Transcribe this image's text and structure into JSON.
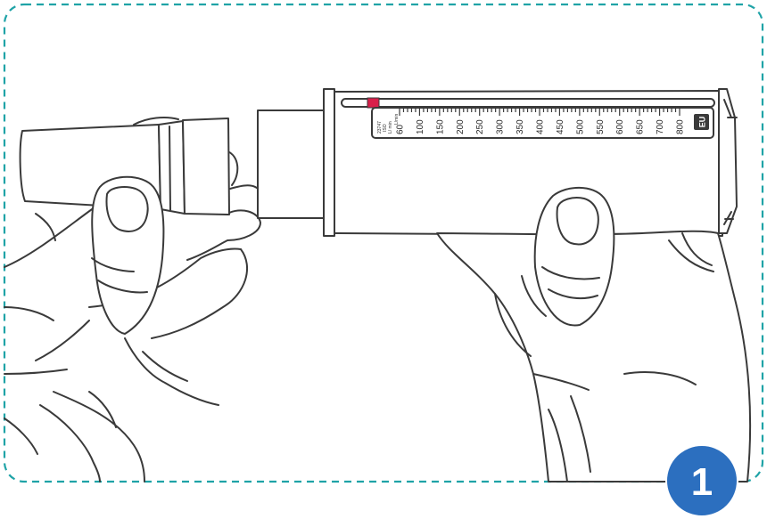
{
  "frame": {
    "border_color": "#1fa3a7"
  },
  "meter": {
    "scale_labels": [
      "60",
      "100",
      "150",
      "200",
      "250",
      "300",
      "350",
      "400",
      "450",
      "500",
      "550",
      "600",
      "650",
      "700",
      "800"
    ],
    "unit_label": "L/min",
    "unit_label_small": "L/ min",
    "standard_label": "ISO",
    "standard_code": "23747",
    "cert_badge": "EU",
    "indicator_color": "#d81f4a"
  },
  "step": {
    "number": "1",
    "badge_color": "#2c6fbf"
  }
}
